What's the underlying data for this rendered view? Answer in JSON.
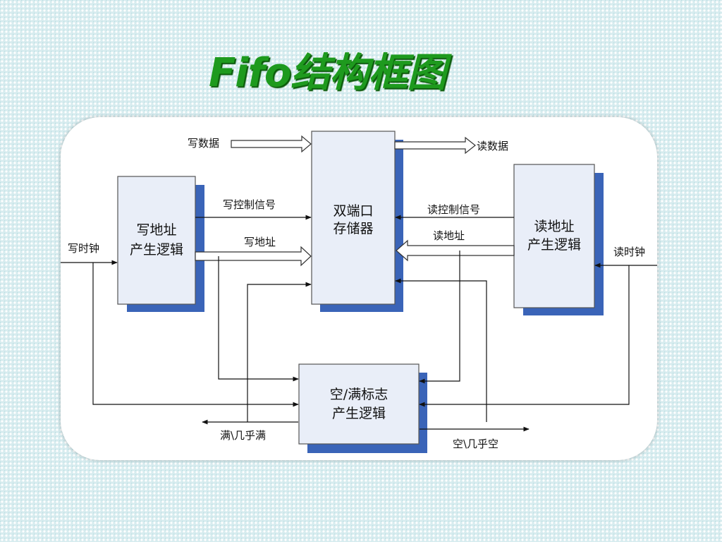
{
  "title": "Fifo结构框图",
  "blocks": {
    "write_addr": [
      "写地址",
      "产生逻辑"
    ],
    "memory": [
      "双端口",
      "存储器"
    ],
    "read_addr": [
      "读地址",
      "产生逻辑"
    ],
    "flags": [
      "空/满标志",
      "产生逻辑"
    ]
  },
  "labels": {
    "write_data": "写数据",
    "read_data": "读数据",
    "write_ctrl": "写控制信号",
    "write_addr_sig": "写地址",
    "read_ctrl": "读控制信号",
    "read_addr_sig": "读地址",
    "write_clock": "写时钟",
    "read_clock": "读时钟",
    "full": "满\\几乎满",
    "empty": "空\\几乎空"
  },
  "colors": {
    "block_fill": "#e9eef8",
    "block_shadow": "#3a64b8",
    "title": "#1e9a1e"
  }
}
